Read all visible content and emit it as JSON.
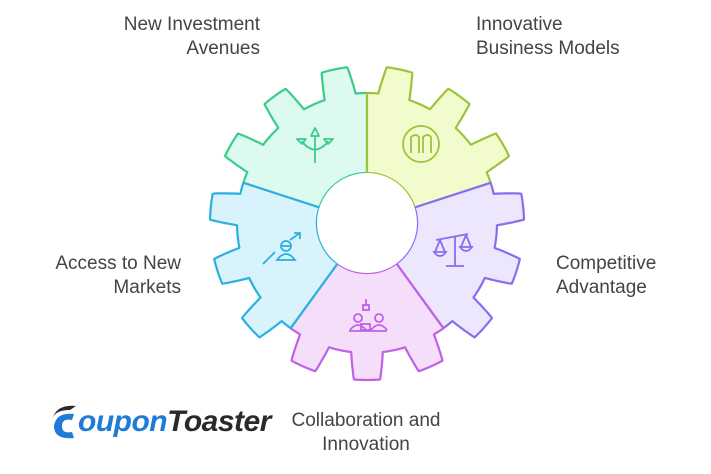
{
  "segments": [
    {
      "label": "New Investment Avenues",
      "line1": "New Investment",
      "line2": "Avenues",
      "icon": "branching-arrows-icon",
      "stroke": "#3ccb8a",
      "fill": "#dcfaf0"
    },
    {
      "label": "Innovative Business Models",
      "line1": "Innovative",
      "line2": "Business Models",
      "icon": "model-circle-icon",
      "stroke": "#9cc43a",
      "fill": "#f2fbcc"
    },
    {
      "label": "Competitive Advantage",
      "line1": "Competitive",
      "line2": "Advantage",
      "icon": "balance-scale-icon",
      "stroke": "#8a6cf0",
      "fill": "#ece7fc"
    },
    {
      "label": "Collaboration and Innovation",
      "line1": "Collaboration and",
      "line2": "Innovation",
      "icon": "team-collaboration-icon",
      "stroke": "#c060e8",
      "fill": "#f4def9"
    },
    {
      "label": "Access to New Markets",
      "line1": "Access to New",
      "line2": "Markets",
      "icon": "person-growth-icon",
      "stroke": "#2ab0e0",
      "fill": "#d9f3fc"
    }
  ],
  "logo": {
    "part1": "oupon",
    "part2": "Toaster",
    "text": "CouponToaster",
    "blue": "#1e7bd8",
    "dark": "#2a2a2a"
  }
}
